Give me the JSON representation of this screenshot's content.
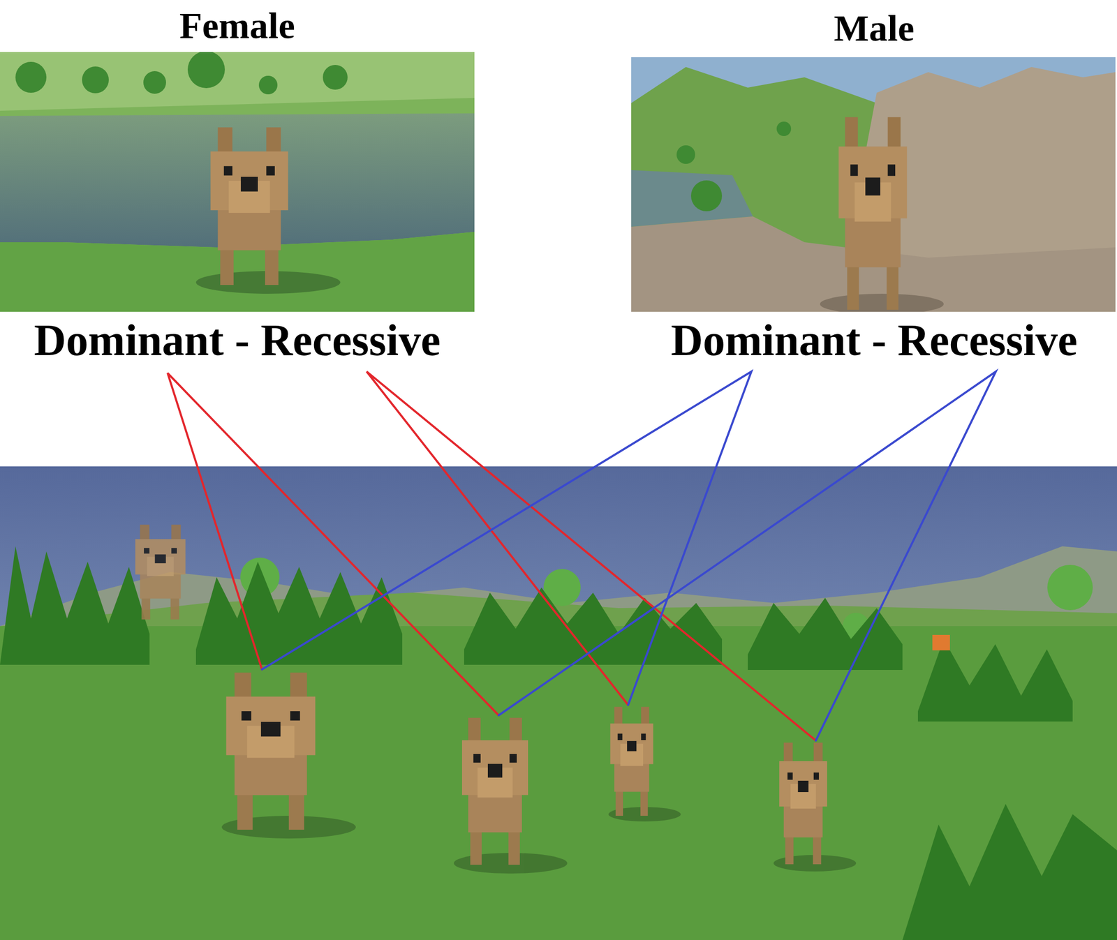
{
  "diagram": {
    "nodes": [
      {
        "text": [
          "Female",
          "Dominant - Recessive"
        ]
      },
      {
        "text": [
          "Male",
          "Dominant - Recessive"
        ]
      }
    ]
  }
}
